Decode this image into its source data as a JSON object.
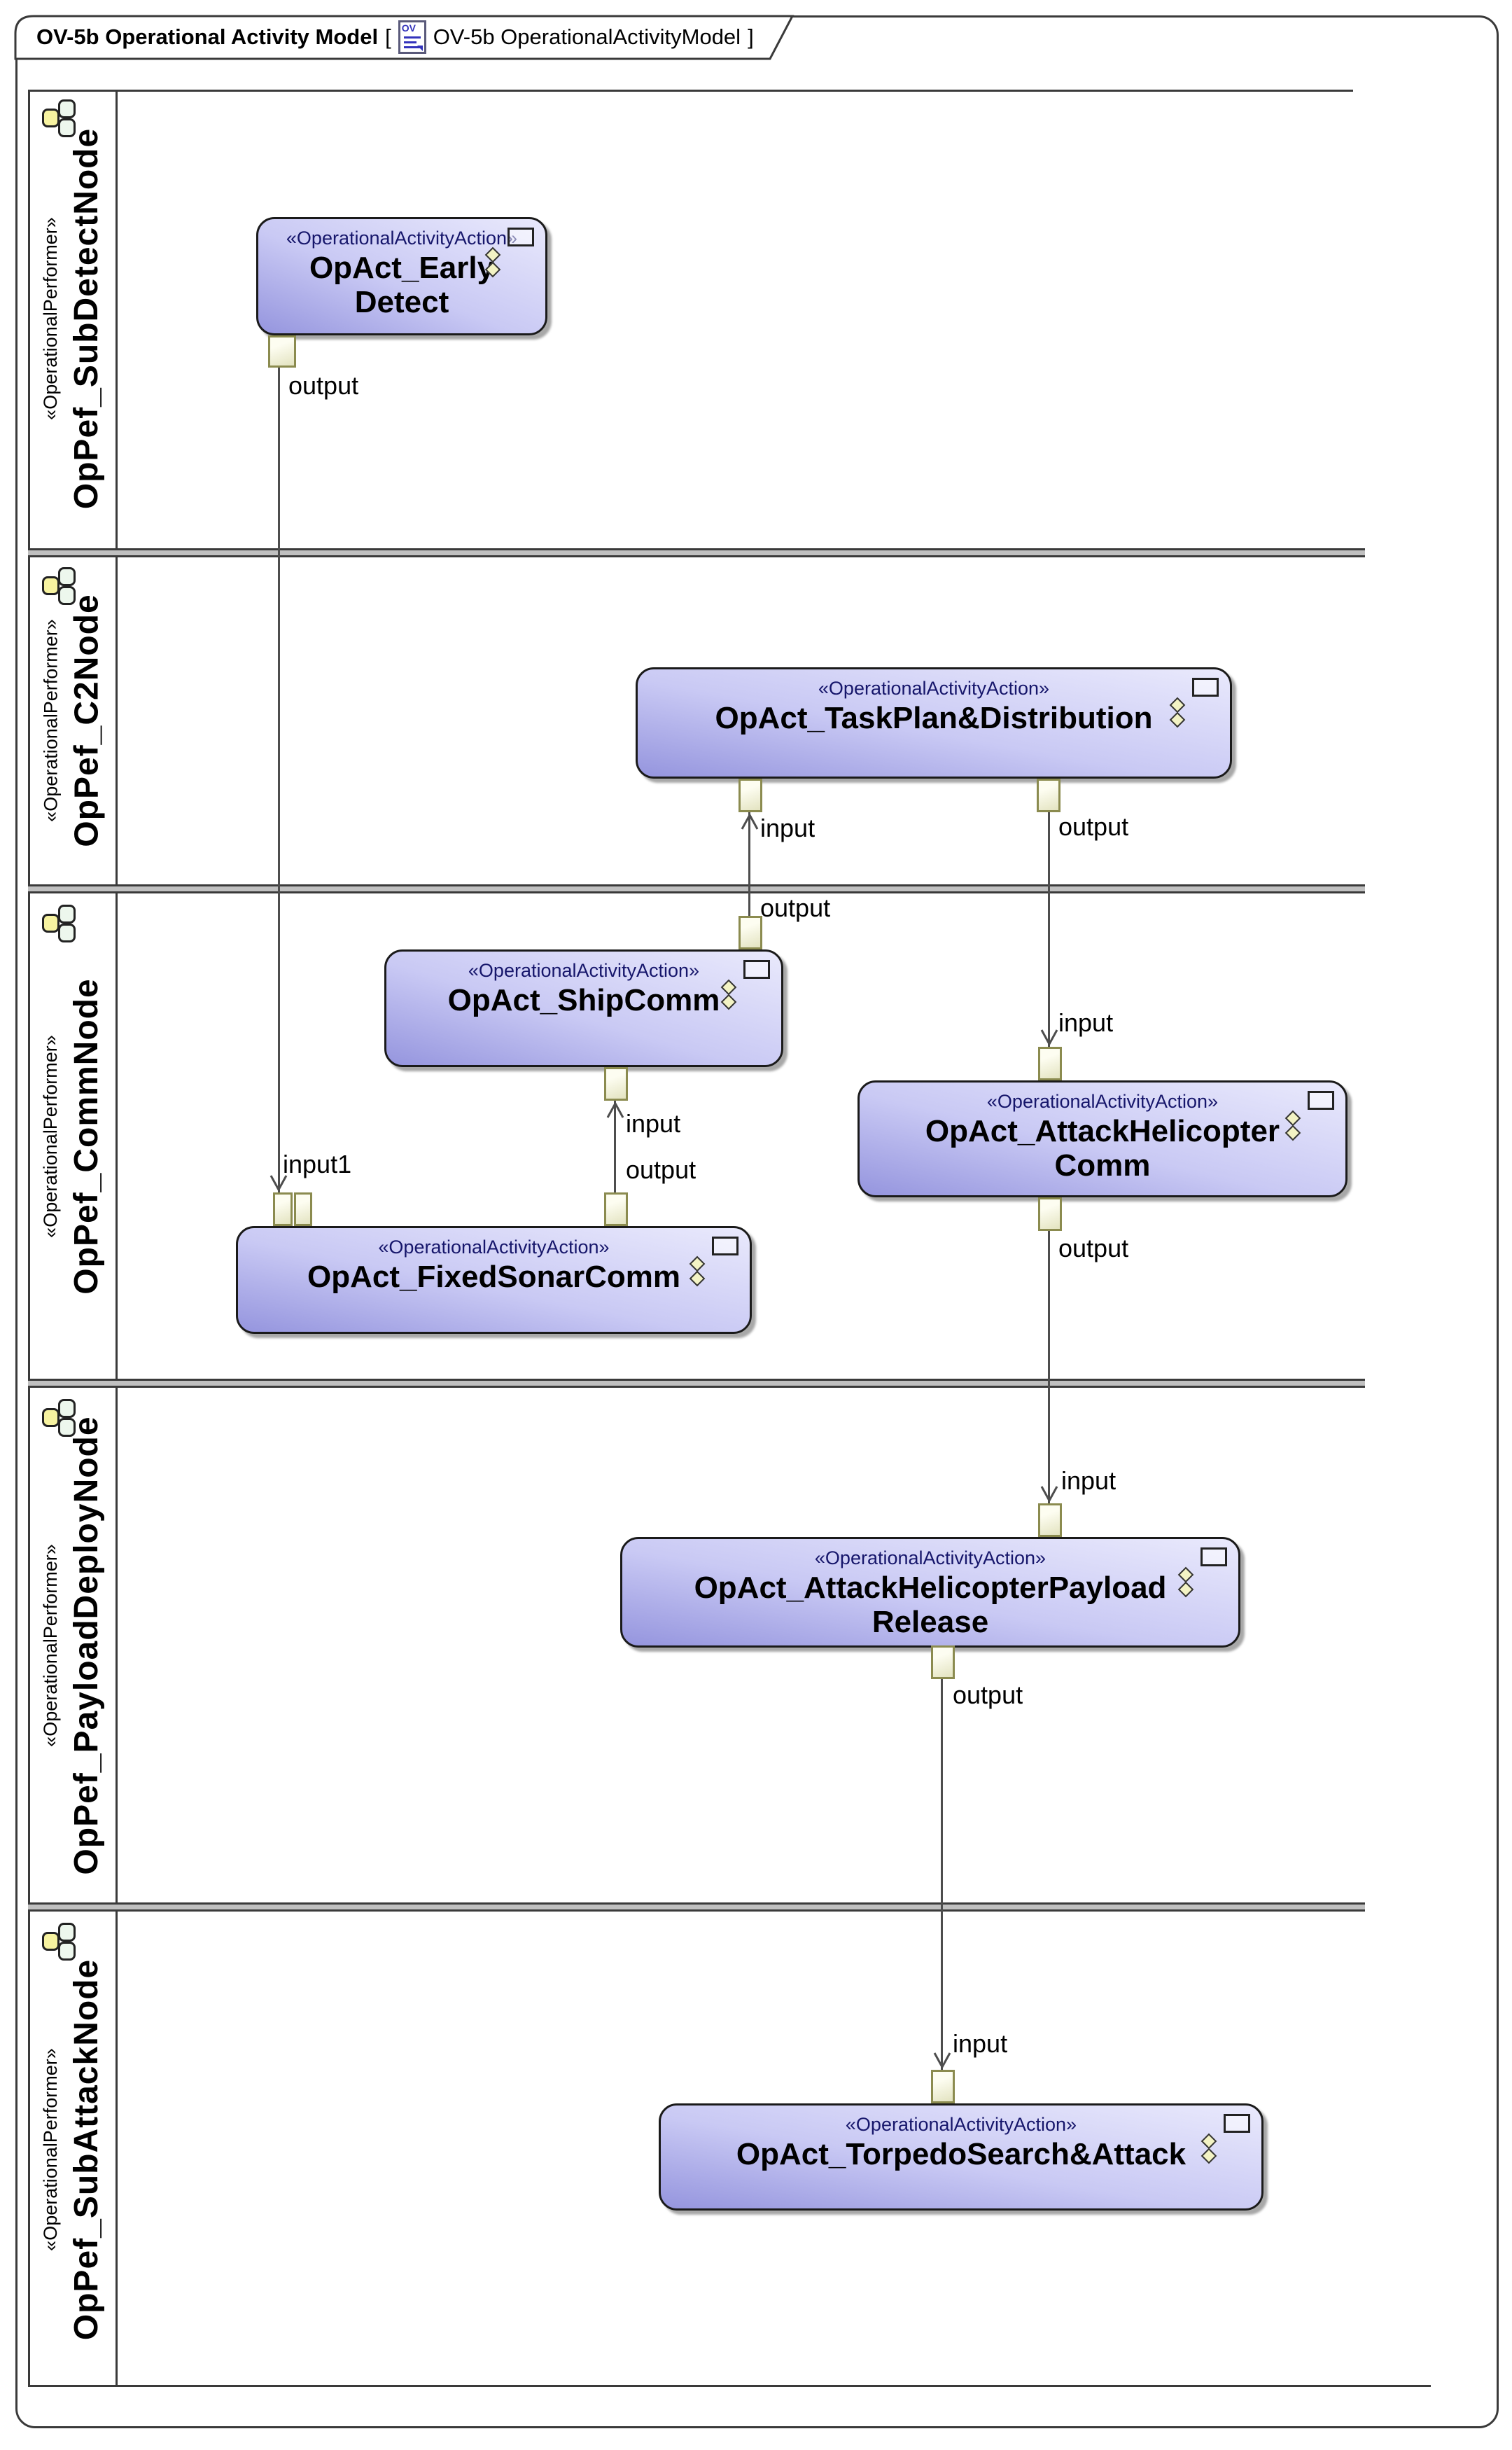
{
  "title": {
    "main": "OV-5b Operational Activity Model",
    "bracket_open": "[",
    "icon": "ov-diagram-icon",
    "diagram_ref": "OV-5b OperationalActivityModel",
    "bracket_close": "]"
  },
  "lanes": [
    {
      "stereotype": "«OperationalPerformer»",
      "name": "OpPef_SubDetectNode",
      "icon": "performer-icon"
    },
    {
      "stereotype": "«OperationalPerformer»",
      "name": "OpPef_C2Node",
      "icon": "performer-icon"
    },
    {
      "stereotype": "«OperationalPerformer»",
      "name": "OpPef_CommNode",
      "icon": "performer-icon"
    },
    {
      "stereotype": "«OperationalPerformer»",
      "name": "OpPef_PayloadDeployNode",
      "icon": "performer-icon"
    },
    {
      "stereotype": "«OperationalPerformer»",
      "name": "OpPef_SubAttackNode",
      "icon": "performer-icon"
    }
  ],
  "nodes": [
    {
      "stereotype": "«OperationalActivityAction»",
      "name": "OpAct_Early\nDetect",
      "lane": "OpPef_SubDetectNode"
    },
    {
      "stereotype": "«OperationalActivityAction»",
      "name": "OpAct_TaskPlan&Distribution",
      "lane": "OpPef_C2Node"
    },
    {
      "stereotype": "«OperationalActivityAction»",
      "name": "OpAct_ShipComm",
      "lane": "OpPef_CommNode"
    },
    {
      "stereotype": "«OperationalActivityAction»",
      "name": "OpAct_AttackHelicopter\nComm",
      "lane": "OpPef_CommNode"
    },
    {
      "stereotype": "«OperationalActivityAction»",
      "name": "OpAct_FixedSonarComm",
      "lane": "OpPef_CommNode"
    },
    {
      "stereotype": "«OperationalActivityAction»",
      "name": "OpAct_AttackHelicopterPayload\nRelease",
      "lane": "OpPef_PayloadDeployNode"
    },
    {
      "stereotype": "«OperationalActivityAction»",
      "name": "OpAct_TorpedoSearch&Attack",
      "lane": "OpPef_SubAttackNode"
    }
  ],
  "edges": [
    {
      "from": "OpAct_EarlyDetect",
      "to": "OpAct_FixedSonarComm",
      "source_label": "output",
      "target_label": "input1"
    },
    {
      "from": "OpAct_FixedSonarComm",
      "to": "OpAct_ShipComm",
      "source_label": "output",
      "target_label": "input"
    },
    {
      "from": "OpAct_ShipComm",
      "to": "OpAct_TaskPlan&Distribution",
      "source_label": "output",
      "target_label": "input"
    },
    {
      "from": "OpAct_TaskPlan&Distribution",
      "to": "OpAct_AttackHelicopterComm",
      "source_label": "output",
      "target_label": "input"
    },
    {
      "from": "OpAct_AttackHelicopterComm",
      "to": "OpAct_AttackHelicopterPayloadRelease",
      "source_label": "output",
      "target_label": "input"
    },
    {
      "from": "OpAct_AttackHelicopterPayloadRelease",
      "to": "OpAct_TorpedoSearch&Attack",
      "source_label": "output",
      "target_label": "input"
    }
  ],
  "colors": {
    "node_border": "#1a1a1a",
    "node_fill_light": "#e9e9fc",
    "node_fill_dark": "#9595de",
    "stereotype_text": "#16166b",
    "pin_fill": "#f7f7e4",
    "pin_border": "#8b8b4f",
    "edge_line": "#4d4d4d",
    "lane_border": "#3a3a3a",
    "performer_icon_yellow": "#f7f3a0",
    "performer_icon_green": "#edf7ed",
    "title_icon_blue": "#3333bb"
  }
}
